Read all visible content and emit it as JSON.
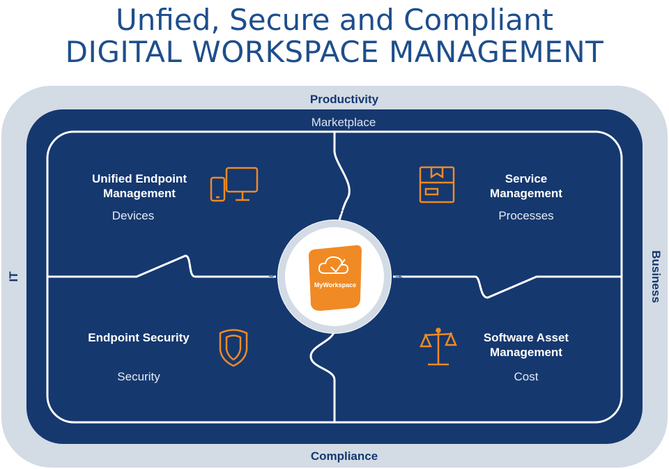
{
  "title": {
    "line1": "Unfied, Secure and Compliant",
    "line2": "DIGITAL WORKSPACE MANAGEMENT"
  },
  "frame": {
    "top": "Productivity",
    "bottom": "Compliance",
    "left": "IT",
    "right": "Business",
    "inner_top": "Marketplace"
  },
  "quadrants": [
    {
      "title_line1": "Unified Endpoint",
      "title_line2": "Management",
      "subtitle": "Devices",
      "icon": "devices-icon"
    },
    {
      "title_line1": "Service",
      "title_line2": "Management",
      "subtitle": "Processes",
      "icon": "box-icon"
    },
    {
      "title_line1": "Endpoint Security",
      "title_line2": "",
      "subtitle": "Security",
      "icon": "shield-icon"
    },
    {
      "title_line1": "Software Asset",
      "title_line2": "Management",
      "subtitle": "Cost",
      "icon": "scales-icon"
    }
  ],
  "hub": {
    "center_label": "MyWorkspace",
    "ring_top": "Self Service",
    "ring_right": "Workflow Studio",
    "ring_left": "Solution Builder",
    "center_icon": "cloud-check-icon"
  },
  "colors": {
    "navy": "#15386f",
    "light_ring": "#d3dbe5",
    "orange": "#f08a24",
    "title_blue": "#1e4e8c",
    "white": "#ffffff"
  }
}
